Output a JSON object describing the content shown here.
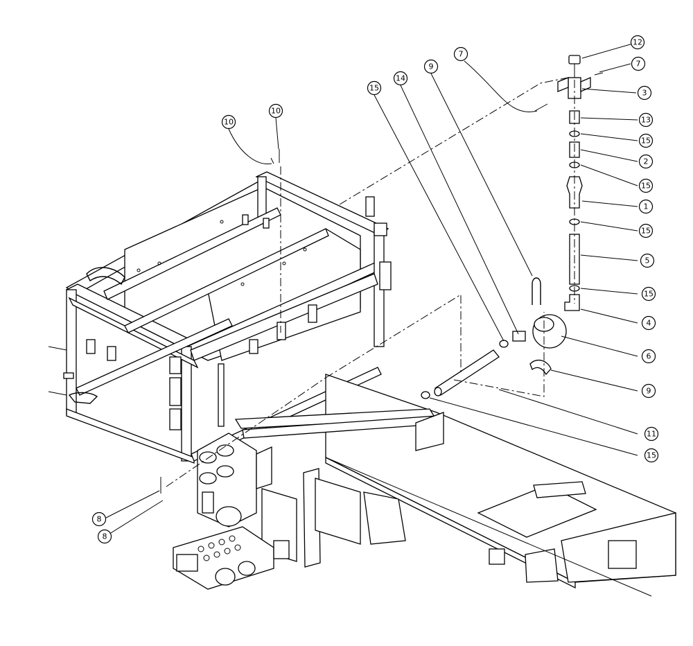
{
  "callouts": [
    {
      "id": "c12",
      "label": "12"
    },
    {
      "id": "c7a",
      "label": "7"
    },
    {
      "id": "c3",
      "label": "3"
    },
    {
      "id": "c13",
      "label": "13"
    },
    {
      "id": "c15a",
      "label": "15"
    },
    {
      "id": "c2",
      "label": "2"
    },
    {
      "id": "c15b",
      "label": "15"
    },
    {
      "id": "c1",
      "label": "1"
    },
    {
      "id": "c15c",
      "label": "15"
    },
    {
      "id": "c5",
      "label": "5"
    },
    {
      "id": "c15d",
      "label": "15"
    },
    {
      "id": "c4",
      "label": "4"
    },
    {
      "id": "c6",
      "label": "6"
    },
    {
      "id": "c9a",
      "label": "9"
    },
    {
      "id": "c11",
      "label": "11"
    },
    {
      "id": "c15e",
      "label": "15"
    },
    {
      "id": "c15f",
      "label": "15"
    },
    {
      "id": "c14",
      "label": "14"
    },
    {
      "id": "c9b",
      "label": "9"
    },
    {
      "id": "c7b",
      "label": "7"
    },
    {
      "id": "c10a",
      "label": "10"
    },
    {
      "id": "c10b",
      "label": "10"
    },
    {
      "id": "c8a",
      "label": "8"
    },
    {
      "id": "c8b",
      "label": "8"
    }
  ]
}
